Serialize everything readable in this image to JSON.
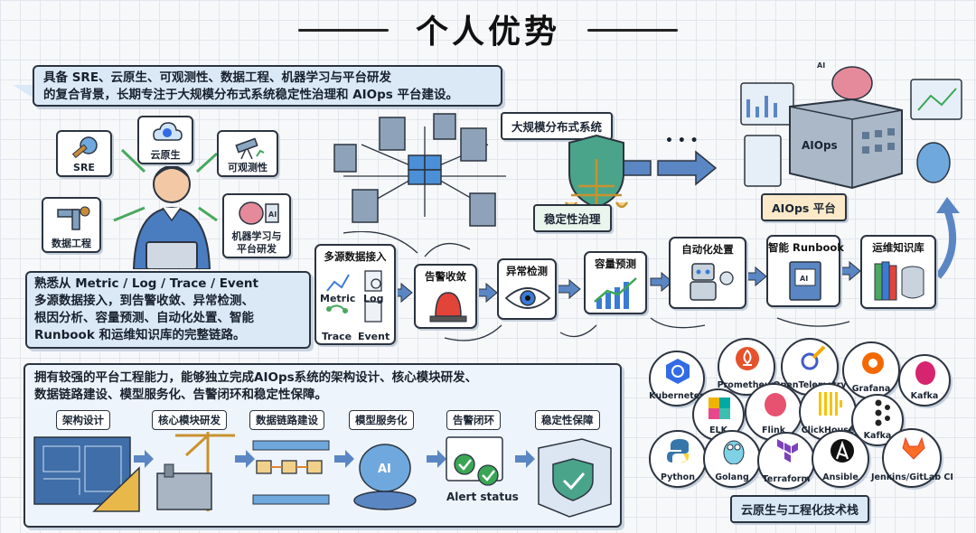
{
  "title": "个人优势",
  "intro": {
    "line1": "具备 SRE、云原生、可观测性、数据工程、机器学习与平台研发",
    "line2": "的复合背景，长期专注于大规模分布式系统稳定性治理和 AIOps 平台建设。"
  },
  "skills": {
    "sre": "SRE",
    "cloud_native": "云原生",
    "observability": "可观测性",
    "data_eng": "数据工程",
    "ml_line1": "机器学习与",
    "ml_line2": "平台研发"
  },
  "top_diagram": {
    "distributed_label": "大规模分布式系统",
    "stability_label": "稳定性治理",
    "aiops_label": "AIOps 平台",
    "aiops_building_text": "AIOps",
    "ai_small": "AI",
    "dots": "• • •"
  },
  "pipeline_text": {
    "l1": "熟悉从 Metric / Log / Trace / Event",
    "l2": "多源数据接入，到告警收敛、异常检测、",
    "l3": "根因分析、容量预测、自动化处置、智能",
    "l4": "Runbook 和运维知识库的完整链路。"
  },
  "pipeline": {
    "ingest_title": "多源数据接入",
    "metric": "Metric",
    "log": "Log",
    "trace": "Trace",
    "event": "Event",
    "alert_conv": "告警收敛",
    "anomaly": "异常检测",
    "capacity": "容量预测",
    "automation": "自动化处置",
    "runbook": "智能 Runbook",
    "kb": "运维知识库"
  },
  "platform": {
    "l1": "拥有较强的平台工程能力，能够独立完成AIOps系统的架构设计、核心模块研发、",
    "l2": "数据链路建设、模型服务化、告警闭环和稳定性保障。",
    "steps": [
      "架构设计",
      "核心模块研发",
      "数据链路建设",
      "模型服务化",
      "告警闭环",
      "稳定性保障"
    ],
    "alert_status": "Alert status",
    "ai_text": "AI"
  },
  "tech_stack": {
    "label": "云原生与工程化技术栈",
    "items": [
      "Kubernetes",
      "Prometheus",
      "OpenTelemetry",
      "Grafana",
      "Kafka",
      "ELK",
      "Flink",
      "ClickHouse",
      "Kafka",
      "Python",
      "Golang",
      "Terraform",
      "Ansible",
      "Jenkins/GitLab CI"
    ]
  },
  "colors": {
    "accent_blue": "#3b6fb0",
    "brain_pink": "#e58a9a",
    "shield_green": "#4aa48a",
    "alert_red": "#e2443a",
    "check_green": "#3aa655"
  }
}
